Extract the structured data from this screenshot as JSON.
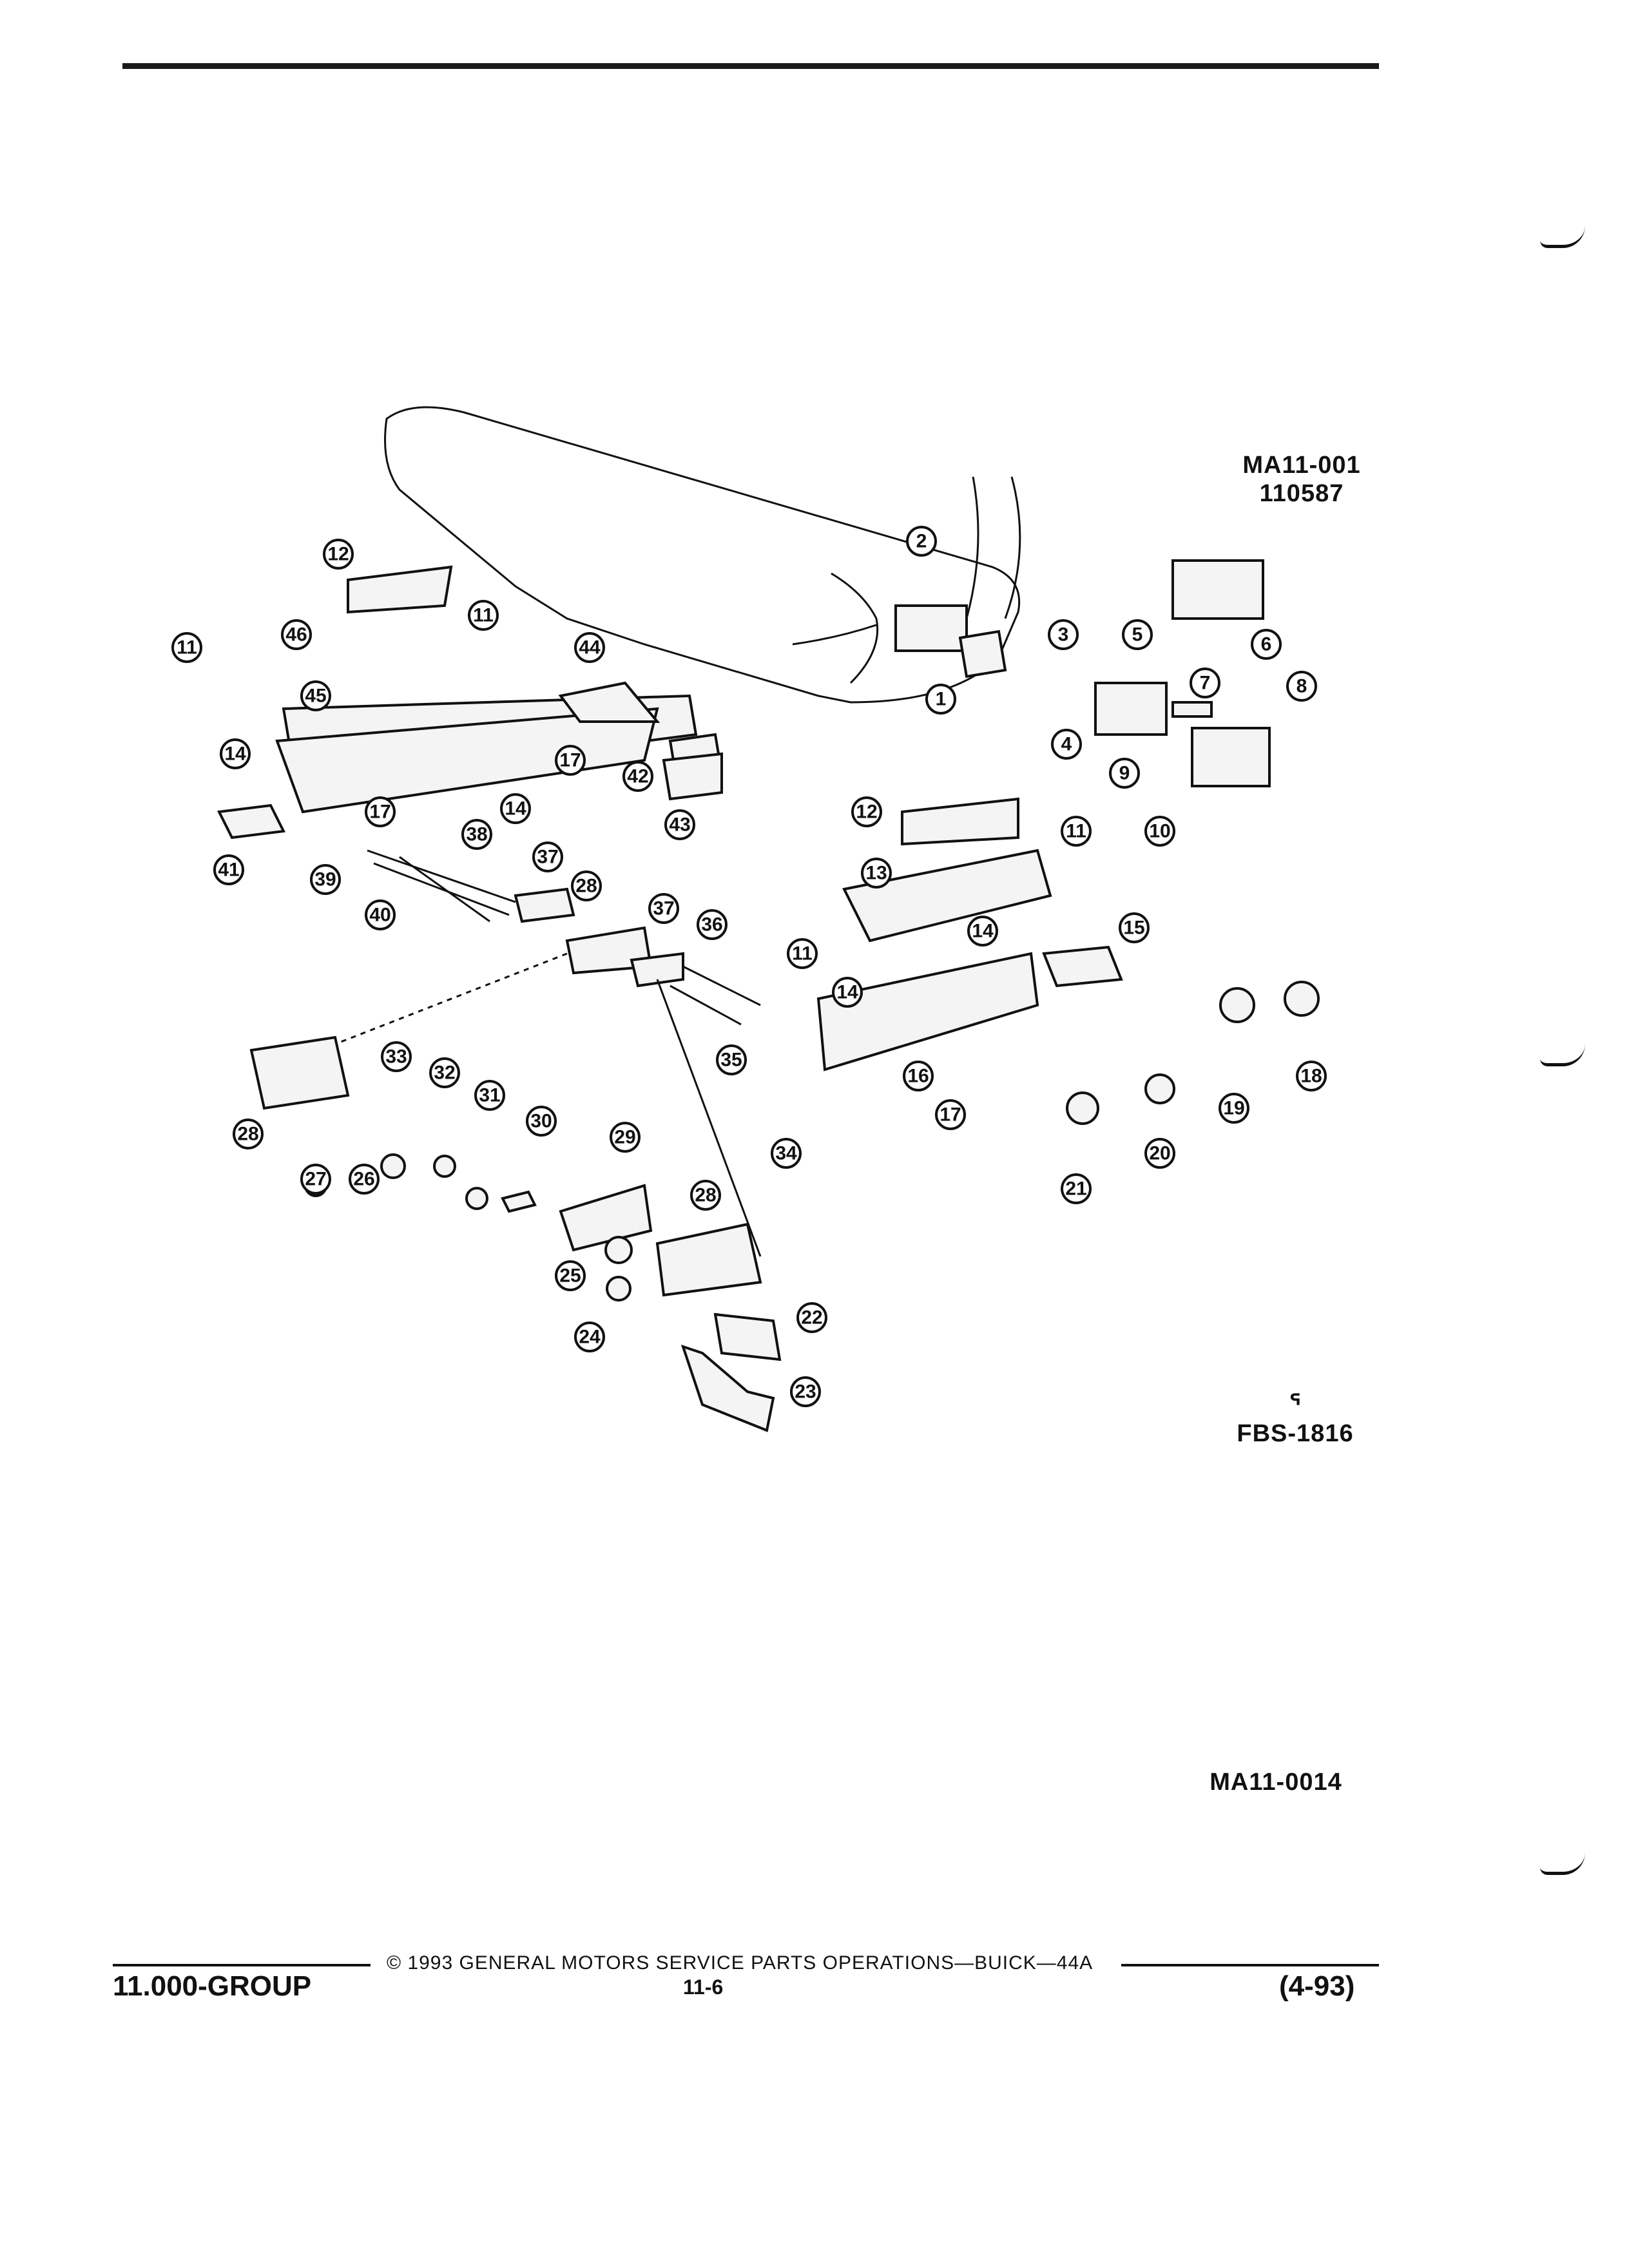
{
  "header": {
    "figure_code_line1": "MA11-001",
    "figure_code_line2": "110587"
  },
  "labels": {
    "fbs_mark": "FBS-1816",
    "secondary_code": "MA11-0014"
  },
  "callouts": [
    "1",
    "2",
    "3",
    "4",
    "5",
    "6",
    "7",
    "8",
    "9",
    "10",
    "11",
    "11",
    "11",
    "11",
    "12",
    "12",
    "13",
    "14",
    "14",
    "14",
    "14",
    "15",
    "16",
    "17",
    "17",
    "17",
    "18",
    "19",
    "20",
    "21",
    "22",
    "23",
    "24",
    "25",
    "26",
    "27",
    "28",
    "28",
    "28",
    "29",
    "30",
    "31",
    "32",
    "33",
    "34",
    "35",
    "36",
    "37",
    "37",
    "38",
    "39",
    "40",
    "41",
    "42",
    "43",
    "44",
    "45",
    "46"
  ],
  "footer": {
    "copyright": "© 1993 GENERAL MOTORS SERVICE PARTS OPERATIONS—BUICK—44A",
    "group": "11.000-GROUP",
    "page": "11-6",
    "date": "(4-93)"
  }
}
